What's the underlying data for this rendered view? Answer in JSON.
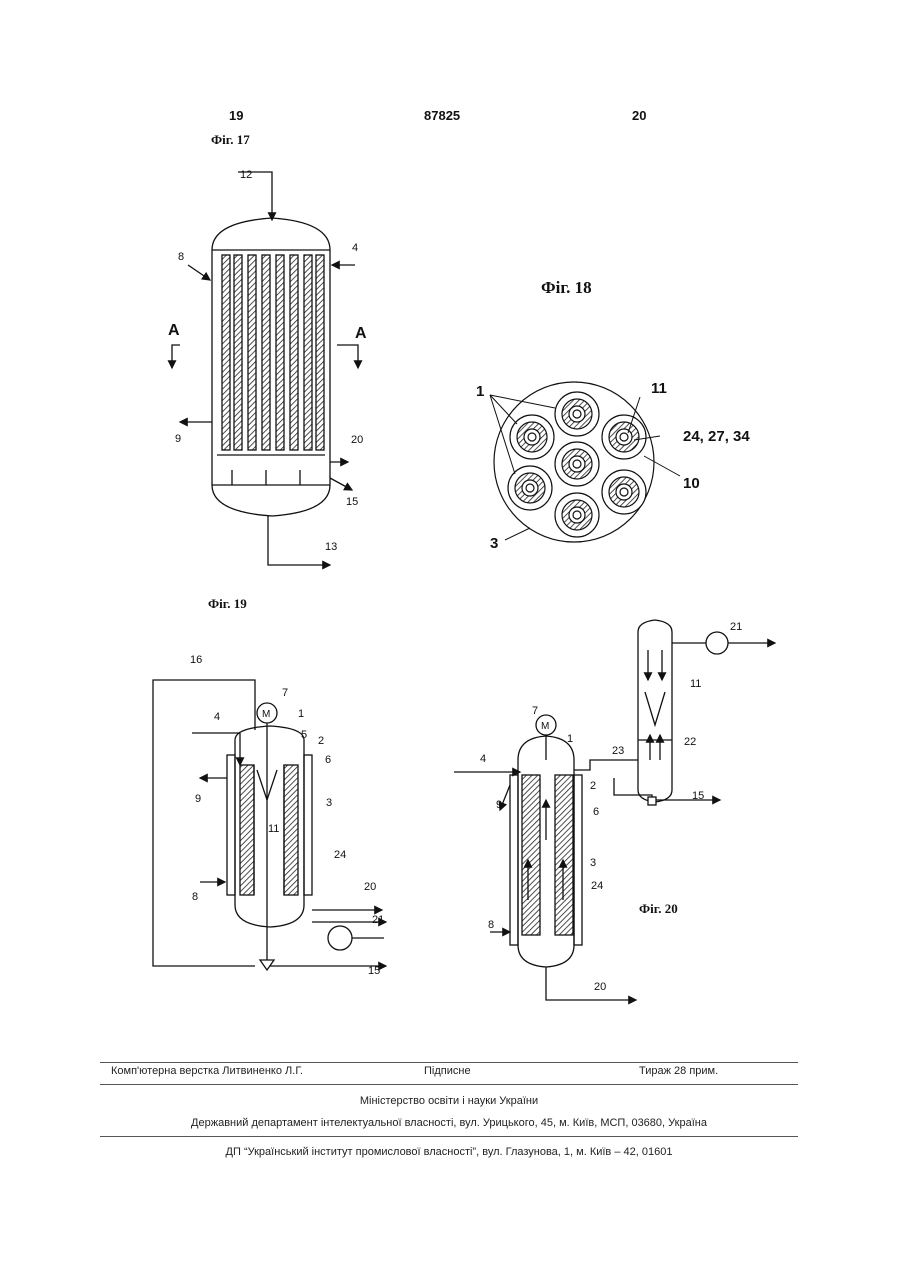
{
  "header": {
    "page_left": "19",
    "patent_number": "87825",
    "page_right": "20"
  },
  "figures": {
    "fig17": {
      "title": "Фіг. 17",
      "labels": [
        "12",
        "8",
        "4",
        "A",
        "A",
        "9",
        "20",
        "15",
        "13"
      ]
    },
    "fig18": {
      "title": "Фіг. 18",
      "labels": [
        "1",
        "11",
        "24, 27, 34",
        "10",
        "3"
      ]
    },
    "fig19": {
      "title": "Фіг. 19",
      "labels": [
        "16",
        "7",
        "M",
        "1",
        "4",
        "5",
        "2",
        "6",
        "9",
        "3",
        "11",
        "24",
        "8",
        "20",
        "21",
        "15"
      ]
    },
    "fig20": {
      "title": "Фіг. 20",
      "labels": [
        "21",
        "11",
        "22",
        "7",
        "M",
        "1",
        "23",
        "4",
        "2",
        "9",
        "6",
        "15",
        "3",
        "24",
        "8",
        "20"
      ]
    }
  },
  "footer": {
    "typesetter": "Комп'ютерна верстка Литвиненко Л.Г.",
    "subscription": "Підписне",
    "circulation": "Тираж 28 прим.",
    "ministry": "Міністерство освіти і науки України",
    "department": "Державний департамент інтелектуальної власності, вул. Урицького, 45, м. Київ, МСП, 03680, Україна",
    "institute": "ДП “Український інститут промислової власності”, вул. Глазунова, 1, м. Київ – 42, 01601"
  }
}
